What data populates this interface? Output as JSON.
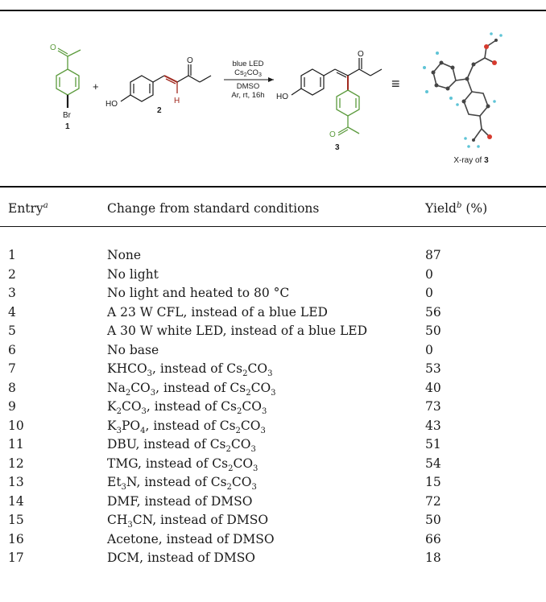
{
  "scheme": {
    "reagent_lines": [
      "blue LED",
      "Cs2CO3",
      "DMSO",
      "Ar, rt, 16h"
    ],
    "reagent_line2": {
      "a": "Cs",
      "b": "2",
      "c": "CO",
      "d": "3"
    },
    "plus": "+",
    "equiv": "≡",
    "compound_1": "1",
    "compound_2": "2",
    "compound_3": "3",
    "atom_O": "O",
    "atom_Br": "Br",
    "atom_H": "H",
    "atom_HO": "HO",
    "xray_prefix": "X-ray of ",
    "xray_num": "3",
    "colors": {
      "green": "#5b9a3c",
      "red": "#a0281e",
      "ink": "#1a1a1a"
    }
  },
  "table": {
    "headers": {
      "entry": "Entry",
      "entry_sup": "a",
      "change": "Change from standard conditions",
      "yield": "Yield",
      "yield_sup": "b",
      "yield_unit": " (%)"
    },
    "rows": [
      {
        "entry": "1",
        "change": [
          {
            "t": "None"
          }
        ],
        "yield": "87"
      },
      {
        "entry": "2",
        "change": [
          {
            "t": "No light"
          }
        ],
        "yield": "0"
      },
      {
        "entry": "3",
        "change": [
          {
            "t": "No light and heated to 80 °C"
          }
        ],
        "yield": "0"
      },
      {
        "entry": "4",
        "change": [
          {
            "t": "A 23 W CFL, instead of a blue LED"
          }
        ],
        "yield": "56"
      },
      {
        "entry": "5",
        "change": [
          {
            "t": "A 30 W white LED, instead of a blue LED"
          }
        ],
        "yield": "50"
      },
      {
        "entry": "6",
        "change": [
          {
            "t": "No base"
          }
        ],
        "yield": "0"
      },
      {
        "entry": "7",
        "change": [
          {
            "t": "KHCO"
          },
          {
            "s": "3"
          },
          {
            "t": ", instead of Cs"
          },
          {
            "s": "2"
          },
          {
            "t": "CO"
          },
          {
            "s": "3"
          }
        ],
        "yield": "53"
      },
      {
        "entry": "8",
        "change": [
          {
            "t": "Na"
          },
          {
            "s": "2"
          },
          {
            "t": "CO"
          },
          {
            "s": "3"
          },
          {
            "t": ", instead of Cs"
          },
          {
            "s": "2"
          },
          {
            "t": "CO"
          },
          {
            "s": "3"
          }
        ],
        "yield": "40"
      },
      {
        "entry": "9",
        "change": [
          {
            "t": "K"
          },
          {
            "s": "2"
          },
          {
            "t": "CO"
          },
          {
            "s": "3"
          },
          {
            "t": ", instead of Cs"
          },
          {
            "s": "2"
          },
          {
            "t": "CO"
          },
          {
            "s": "3"
          }
        ],
        "yield": "73"
      },
      {
        "entry": "10",
        "change": [
          {
            "t": "K"
          },
          {
            "s": "3"
          },
          {
            "t": "PO"
          },
          {
            "s": "4"
          },
          {
            "t": ", instead of Cs"
          },
          {
            "s": "2"
          },
          {
            "t": "CO"
          },
          {
            "s": "3"
          }
        ],
        "yield": "43"
      },
      {
        "entry": "11",
        "change": [
          {
            "t": "DBU, instead of Cs"
          },
          {
            "s": "2"
          },
          {
            "t": "CO"
          },
          {
            "s": "3"
          }
        ],
        "yield": "51"
      },
      {
        "entry": "12",
        "change": [
          {
            "t": "TMG, instead of Cs"
          },
          {
            "s": "2"
          },
          {
            "t": "CO"
          },
          {
            "s": "3"
          }
        ],
        "yield": "54"
      },
      {
        "entry": "13",
        "change": [
          {
            "t": "Et"
          },
          {
            "s": "3"
          },
          {
            "t": "N, instead of Cs"
          },
          {
            "s": "2"
          },
          {
            "t": "CO"
          },
          {
            "s": "3"
          }
        ],
        "yield": "15"
      },
      {
        "entry": "14",
        "change": [
          {
            "t": "DMF, instead of DMSO"
          }
        ],
        "yield": "72"
      },
      {
        "entry": "15",
        "change": [
          {
            "t": "CH"
          },
          {
            "s": "3"
          },
          {
            "t": "CN, instead of DMSO"
          }
        ],
        "yield": "50"
      },
      {
        "entry": "16",
        "change": [
          {
            "t": "Acetone, instead of DMSO"
          }
        ],
        "yield": "66"
      },
      {
        "entry": "17",
        "change": [
          {
            "t": "DCM, instead of DMSO"
          }
        ],
        "yield": "18"
      }
    ]
  }
}
